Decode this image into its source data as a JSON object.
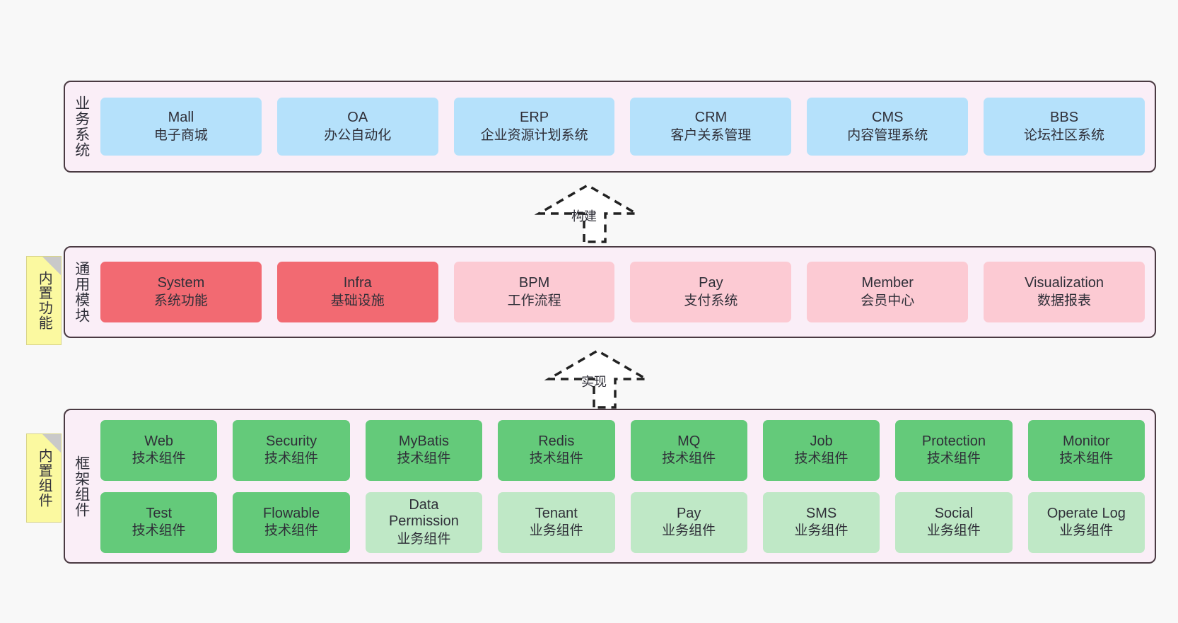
{
  "diagram": {
    "layers": [
      {
        "name": "business-systems",
        "title": "业务系统",
        "rows": [
          {
            "boxes": [
              {
                "title": "Mall",
                "sub": "电子商城",
                "color": "#b5e1fb"
              },
              {
                "title": "OA",
                "sub": "办公自动化",
                "color": "#b5e1fb"
              },
              {
                "title": "ERP",
                "sub": "企业资源计划系统",
                "color": "#b5e1fb"
              },
              {
                "title": "CRM",
                "sub": "客户关系管理",
                "color": "#b5e1fb"
              },
              {
                "title": "CMS",
                "sub": "内容管理系统",
                "color": "#b5e1fb"
              },
              {
                "title": "BBS",
                "sub": "论坛社区系统",
                "color": "#b5e1fb"
              }
            ]
          }
        ]
      },
      {
        "name": "common-modules",
        "title": "通用模块",
        "note": "内置功能",
        "rows": [
          {
            "boxes": [
              {
                "title": "System",
                "sub": "系统功能",
                "color": "#f26a72"
              },
              {
                "title": "Infra",
                "sub": "基础设施",
                "color": "#f26a72"
              },
              {
                "title": "BPM",
                "sub": "工作流程",
                "color": "#fccad3"
              },
              {
                "title": "Pay",
                "sub": "支付系统",
                "color": "#fccad3"
              },
              {
                "title": "Member",
                "sub": "会员中心",
                "color": "#fccad3"
              },
              {
                "title": "Visualization",
                "sub": "数据报表",
                "color": "#fccad3"
              }
            ]
          }
        ]
      },
      {
        "name": "framework-components",
        "title": "框架组件",
        "note": "内置组件",
        "rows": [
          {
            "boxes": [
              {
                "title": "Web",
                "sub": "技术组件",
                "color": "#64ca7a"
              },
              {
                "title": "Security",
                "sub": "技术组件",
                "color": "#64ca7a"
              },
              {
                "title": "MyBatis",
                "sub": "技术组件",
                "color": "#64ca7a"
              },
              {
                "title": "Redis",
                "sub": "技术组件",
                "color": "#64ca7a"
              },
              {
                "title": "MQ",
                "sub": "技术组件",
                "color": "#64ca7a"
              },
              {
                "title": "Job",
                "sub": "技术组件",
                "color": "#64ca7a"
              },
              {
                "title": "Protection",
                "sub": "技术组件",
                "color": "#64ca7a"
              },
              {
                "title": "Monitor",
                "sub": "技术组件",
                "color": "#64ca7a"
              }
            ]
          },
          {
            "boxes": [
              {
                "title": "Test",
                "sub": "技术组件",
                "color": "#64ca7a"
              },
              {
                "title": "Flowable",
                "sub": "技术组件",
                "color": "#64ca7a"
              },
              {
                "title": "Data Permission",
                "sub": "业务组件",
                "color": "#bfe8c6"
              },
              {
                "title": "Tenant",
                "sub": "业务组件",
                "color": "#bfe8c6"
              },
              {
                "title": "Pay",
                "sub": "业务组件",
                "color": "#bfe8c6"
              },
              {
                "title": "SMS",
                "sub": "业务组件",
                "color": "#bfe8c6"
              },
              {
                "title": "Social",
                "sub": "业务组件",
                "color": "#bfe8c6"
              },
              {
                "title": "Operate Log",
                "sub": "业务组件",
                "color": "#bfe8c6"
              }
            ]
          }
        ]
      }
    ],
    "connectors": [
      {
        "name": "build",
        "label": "构建"
      },
      {
        "name": "implement",
        "label": "实现"
      }
    ]
  }
}
